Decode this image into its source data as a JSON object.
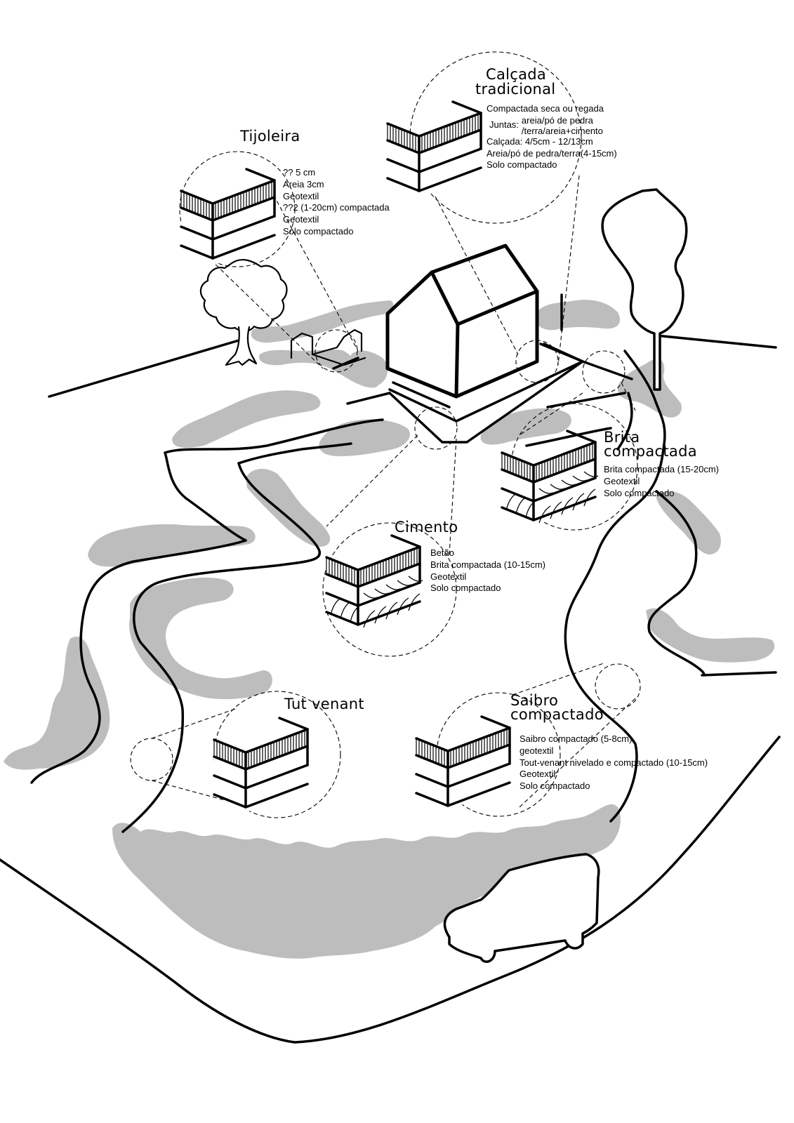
{
  "diagram": {
    "subject": "Pavement types around a house",
    "colors": {
      "ink": "#000000",
      "vegetation": "#bdbdbd",
      "background": "#ffffff"
    },
    "callouts": [
      {
        "id": "tijoleira",
        "title": "Tijoleira",
        "layers": [
          "?? 5 cm",
          "Areia 3cm",
          "Geotextil",
          "??2 (1-20cm) compactada",
          "Geotextil",
          "Solo compactado"
        ]
      },
      {
        "id": "calcada",
        "title_line1": "Calçada",
        "title_line2": "tradicional",
        "layers": [
          "Compactada seca ou regada"
        ],
        "juntas_label": "Juntas:",
        "juntas_values": [
          "areia/pó de pedra",
          "/terra/areia+cimento"
        ],
        "layers_after": [
          "Calçada: 4/5cm - 12/13cm",
          "Areia/pó de pedra/terra(4-15cm)",
          "Solo compactado"
        ]
      },
      {
        "id": "brita",
        "title_line1": "Brita",
        "title_line2": "compactada",
        "layers": [
          "Brita compactada (15-20cm)",
          "Geotextil",
          "Solo  compactado"
        ]
      },
      {
        "id": "cimento",
        "title": "Cimento",
        "layers": [
          "Betão",
          "Brita compactada (10-15cm)",
          "Geotextil",
          "Solo compactado"
        ]
      },
      {
        "id": "tutvenant",
        "title": "Tut venant",
        "layers": []
      },
      {
        "id": "saibro",
        "title_line1": "Saibro",
        "title_line2": "compactado",
        "layers": [
          "Saibro compactado (5-8cm)",
          "geotextil",
          "Tout-venant nivelado e compactado (10-15cm)",
          "Geotextil",
          "Solo compactado"
        ]
      }
    ]
  }
}
